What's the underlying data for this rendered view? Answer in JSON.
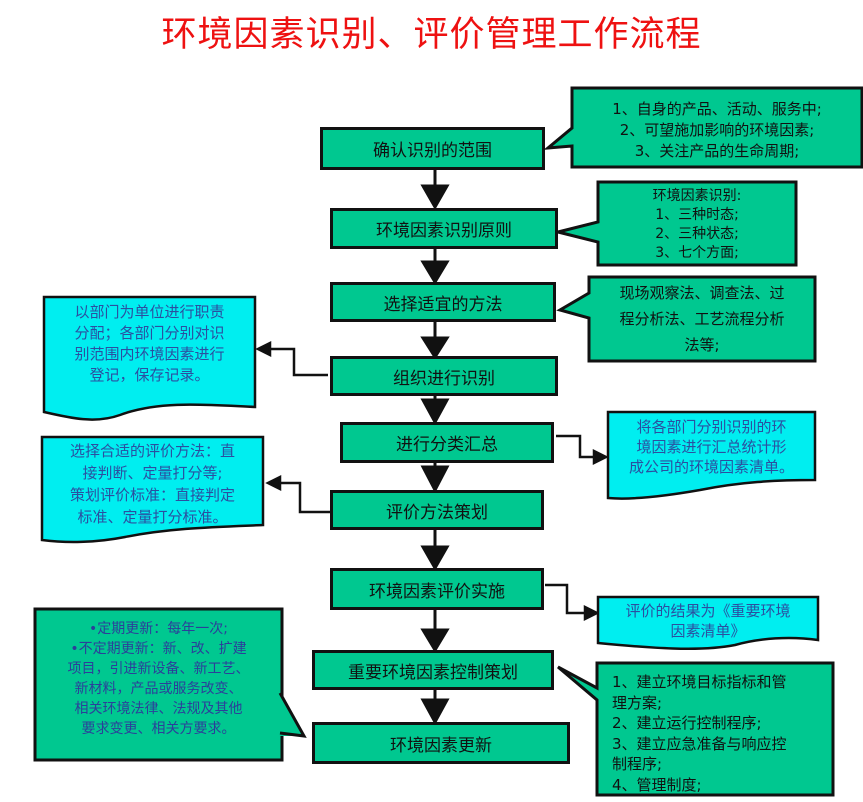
{
  "title": "环境因素识别、评价管理工作流程",
  "colors": {
    "title": "#ee1111",
    "step_fill": "#00c890",
    "note_green_fill": "#00c890",
    "note_cyan_fill": "#00eef0",
    "border": "#111111",
    "cyan_text": "#2b4fa0"
  },
  "steps": [
    {
      "label": "确认识别的范围"
    },
    {
      "label": "环境因素识别原则"
    },
    {
      "label": "选择适宜的方法"
    },
    {
      "label": "组织进行识别"
    },
    {
      "label": "进行分类汇总"
    },
    {
      "label": "评价方法策划"
    },
    {
      "label": "环境因素评价实施"
    },
    {
      "label": "重要环境因素控制策划"
    },
    {
      "label": "环境因素更新"
    }
  ],
  "notes": {
    "scope": {
      "lines": [
        "1、自身的产品、活动、服务中;",
        "2、可望施加影响的环境因素;",
        "3、关注产品的生命周期;"
      ]
    },
    "principle": {
      "lines": [
        "环境因素识别:",
        "1、三种时态;",
        "2、三种状态;",
        "3、七个方面;"
      ]
    },
    "method": {
      "lines": [
        "现场观察法、调查法、过",
        "程分析法、工艺流程分析",
        "法等;"
      ]
    },
    "organize": {
      "lines": [
        "以部门为单位进行职责",
        "分配；各部门分别对识",
        "别范围内环境因素进行",
        "登记，保存记录。"
      ]
    },
    "summary": {
      "lines": [
        "将各部门分别识别的环",
        "境因素进行汇总统计形",
        "成公司的环境因素清单。"
      ]
    },
    "evaluation_method": {
      "lines": [
        "选择合适的评价方法：直",
        "接判断、定量打分等;",
        "策划评价标准：直接判定",
        "标准、定量打分标准。"
      ]
    },
    "evaluation_result": {
      "lines": [
        "评价的结果为《重要环境",
        "因素清单》"
      ]
    },
    "update": {
      "lines": [
        "•定期更新：每年一次;",
        "•不定期更新：新、改、扩建",
        "项目，引进新设备、新工艺、",
        "新材料，产品或服务改变、",
        "相关环境法律、法规及其他",
        "要求变更、相关方要求。"
      ]
    },
    "control": {
      "lines": [
        "1、建立环境目标指标和管",
        "理方案;",
        "2、建立运行控制程序;",
        "3、建立应急准备与响应控",
        "制程序;",
        "4、管理制度;"
      ]
    }
  }
}
